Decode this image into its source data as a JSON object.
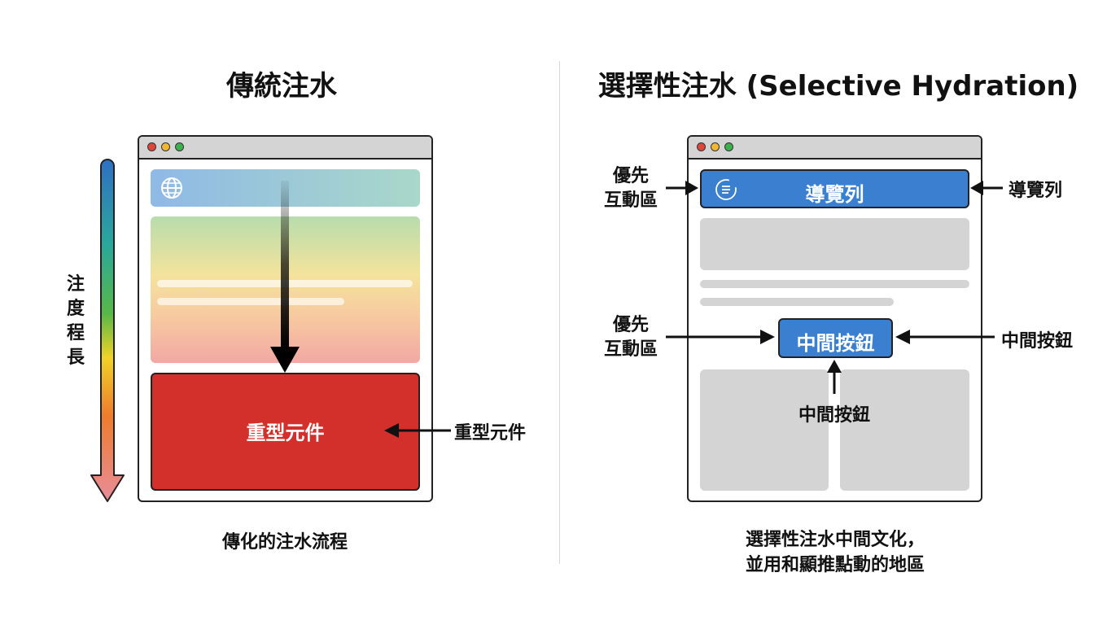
{
  "left": {
    "title": "傳統注水",
    "progress_label": [
      "注",
      "度",
      "程",
      "長"
    ],
    "heavy_component_label": "重型元件",
    "heavy_component_callout": "重型元件",
    "caption": "傳化的注水流程"
  },
  "right": {
    "title": "選擇性注水 (Selective Hydration)",
    "nav_label": "導覽列",
    "nav_callout": "導覽列",
    "priority_label_top": [
      "優先",
      "互動區"
    ],
    "priority_label_mid": [
      "優先",
      "互動區"
    ],
    "middle_button_label": "中間按鈕",
    "middle_button_callout_right": "中間按鈕",
    "middle_button_callout_below": "中間按鈕",
    "caption_lines": [
      "選擇性注水中間文化，",
      "並用和顯推點動的地區"
    ]
  },
  "colors": {
    "heavy_red": "#d32f2b",
    "priority_blue": "#3a7fd0",
    "placeholder_gray": "#d4d4d4"
  },
  "icons": [
    "globe-icon",
    "menu-icon"
  ]
}
